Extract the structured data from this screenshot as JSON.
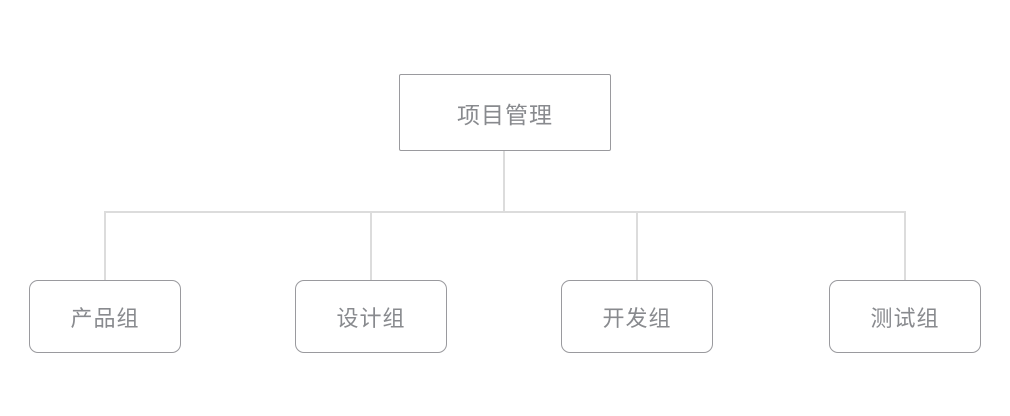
{
  "diagram": {
    "type": "org-chart",
    "title": "",
    "background_color": "#ffffff",
    "node_border_color": "#9a9a9e",
    "node_text_color": "#888a8e",
    "connector_color": "#dcdcdc",
    "root": {
      "label": "项目管理"
    },
    "children": [
      {
        "label": "产品组"
      },
      {
        "label": "设计组"
      },
      {
        "label": "开发组"
      },
      {
        "label": "测试组"
      }
    ]
  }
}
